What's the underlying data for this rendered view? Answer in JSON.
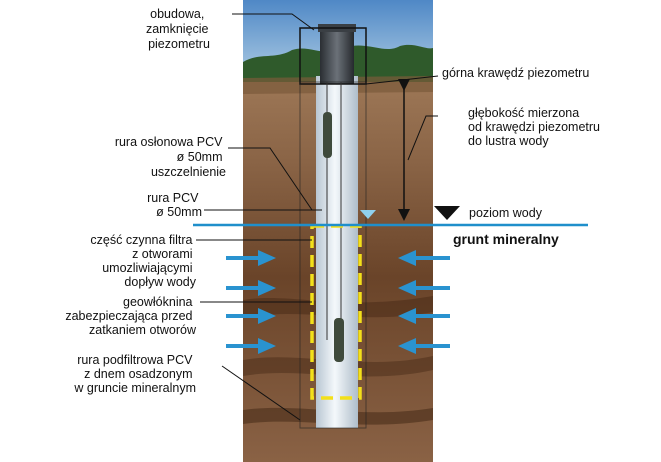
{
  "labels": {
    "housing": [
      "obudowa,",
      "zamknięcie",
      "piezometru"
    ],
    "top_edge": [
      "górna krawędź piezometru"
    ],
    "depth": [
      "głębokość mierzona",
      "od krawędzi piezometru",
      "do lustra wody"
    ],
    "casing": [
      "rura osłonowa PCV",
      "ø 50mm",
      "uszczelnienie"
    ],
    "pvc_pipe": [
      "rura PCV",
      "ø 50mm"
    ],
    "water_level": [
      "poziom wody"
    ],
    "mineral_soil": [
      "grunt mineralny"
    ],
    "filter_active": [
      "część czynna filtra",
      "z otworami",
      "umozliwiającymi",
      "dopływ wody"
    ],
    "geotextile": [
      "geowłóknina",
      "zabezpieczająca przed",
      "zatkaniem otworów"
    ],
    "sub_filter": [
      "rura podfiltrowa PCV",
      "z dnem osadzonym",
      "w gruncie mineralnym"
    ]
  },
  "colors": {
    "sky": "#6f9ccc",
    "soil_top": "#a37a55",
    "soil_bottom": "#5e3a22",
    "water_line": "#1f8fcb",
    "arrows": "#2a93d0",
    "filter_dash": "#f3e01a",
    "pipe": "#d8e2ea",
    "marker_dark": "#111111",
    "marker_light": "#8fd0ee"
  }
}
